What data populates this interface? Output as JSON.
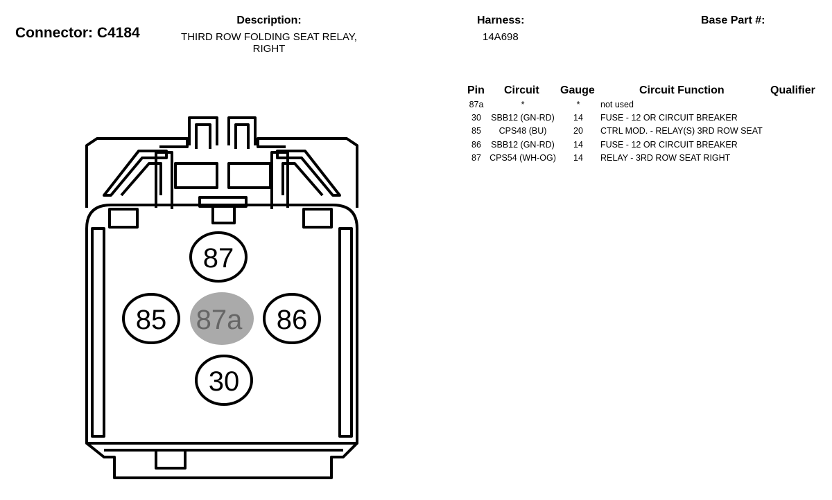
{
  "connector": {
    "label": "Connector: C4184"
  },
  "description": {
    "heading": "Description:",
    "line1": "THIRD ROW FOLDING SEAT RELAY,",
    "line2": "RIGHT"
  },
  "harness": {
    "heading": "Harness:",
    "value": "14A698"
  },
  "base_part": {
    "heading": "Base Part #:"
  },
  "table": {
    "headers": {
      "pin": "Pin",
      "circuit": "Circuit",
      "gauge": "Gauge",
      "function": "Circuit Function",
      "qualifier": "Qualifier"
    },
    "rows": [
      {
        "pin": "87a",
        "circuit": "*",
        "gauge": "*",
        "function": "not used"
      },
      {
        "pin": "30",
        "circuit": "SBB12 (GN-RD)",
        "gauge": "14",
        "function": "FUSE - 12 OR CIRCUIT BREAKER"
      },
      {
        "pin": "85",
        "circuit": "CPS48 (BU)",
        "gauge": "20",
        "function": "CTRL MOD. - RELAY(S) 3RD ROW SEAT"
      },
      {
        "pin": "86",
        "circuit": "SBB12 (GN-RD)",
        "gauge": "14",
        "function": "FUSE - 12 OR CIRCUIT BREAKER"
      },
      {
        "pin": "87",
        "circuit": "CPS54 (WH-OG)",
        "gauge": "14",
        "function": "RELAY - 3RD ROW SEAT RIGHT"
      }
    ]
  },
  "pins": {
    "p87": "87",
    "p85": "85",
    "p87a": "87a",
    "p86": "86",
    "p30": "30"
  },
  "colors": {
    "unused_pin_fill": "#aaaaaa",
    "unused_pin_text": "#666666",
    "line": "#000000"
  }
}
